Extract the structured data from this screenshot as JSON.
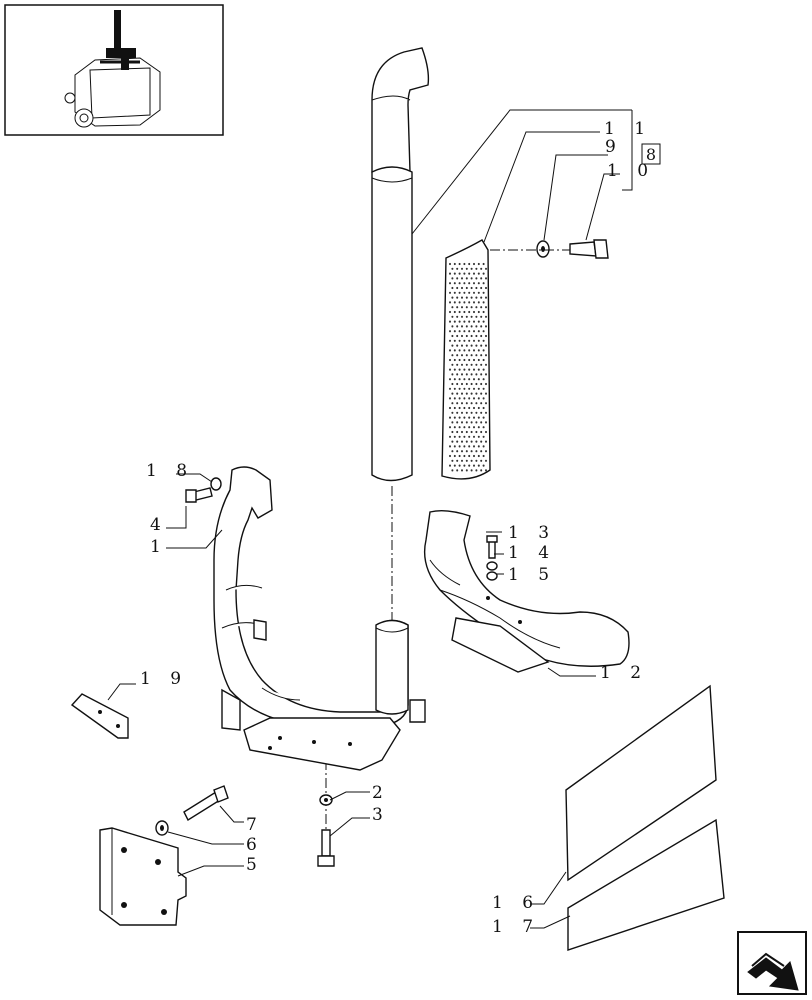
{
  "figure": {
    "ref_box_label": "8",
    "callouts": {
      "c1": "1",
      "c2": "2",
      "c3": "3",
      "c4": "4",
      "c5": "5",
      "c6": "6",
      "c7": "7",
      "c9": "9",
      "c10": "1 0",
      "c11": "1 1",
      "c12": "1 2",
      "c13": "1 3",
      "c14": "1 4",
      "c15": "1 5",
      "c16": "1 6",
      "c17": "1 7",
      "c18": "1 8",
      "c19": "1 9"
    }
  },
  "icons": {
    "thumbnail": "engine-location-thumbnail-icon",
    "navigation": "next-page-arrow-icon"
  }
}
